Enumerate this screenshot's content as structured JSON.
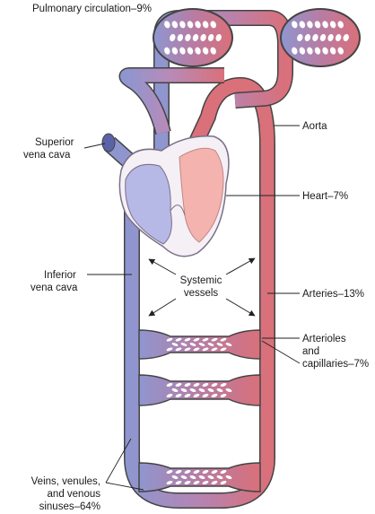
{
  "labels": {
    "pulmonary": "Pulmonary circulation–9%",
    "aorta": "Aorta",
    "superior_line1": "Superior",
    "superior_line2": "vena cava",
    "heart": "Heart–7%",
    "inferior_line1": "Inferior",
    "inferior_line2": "vena cava",
    "systemic_line1": "Systemic",
    "systemic_line2": "vessels",
    "arteries": "Arteries–13%",
    "arterioles_line1": "Arterioles",
    "arterioles_line2": "and",
    "arterioles_line3": "capillaries–7%",
    "veins_line1": "Veins, venules,",
    "veins_line2": "and venous",
    "veins_line3": "sinuses–64%"
  },
  "colors": {
    "vein": "#8f96cf",
    "vein_dark": "#5b62a8",
    "artery": "#d9707a",
    "artery_dark": "#a8424d",
    "heart_outline": "#7c6f88",
    "outline": "#444444",
    "heart_left": "#f4b3ae",
    "heart_right": "#b6b8e6"
  },
  "icons": {
    "arrow": "arrow-head"
  }
}
